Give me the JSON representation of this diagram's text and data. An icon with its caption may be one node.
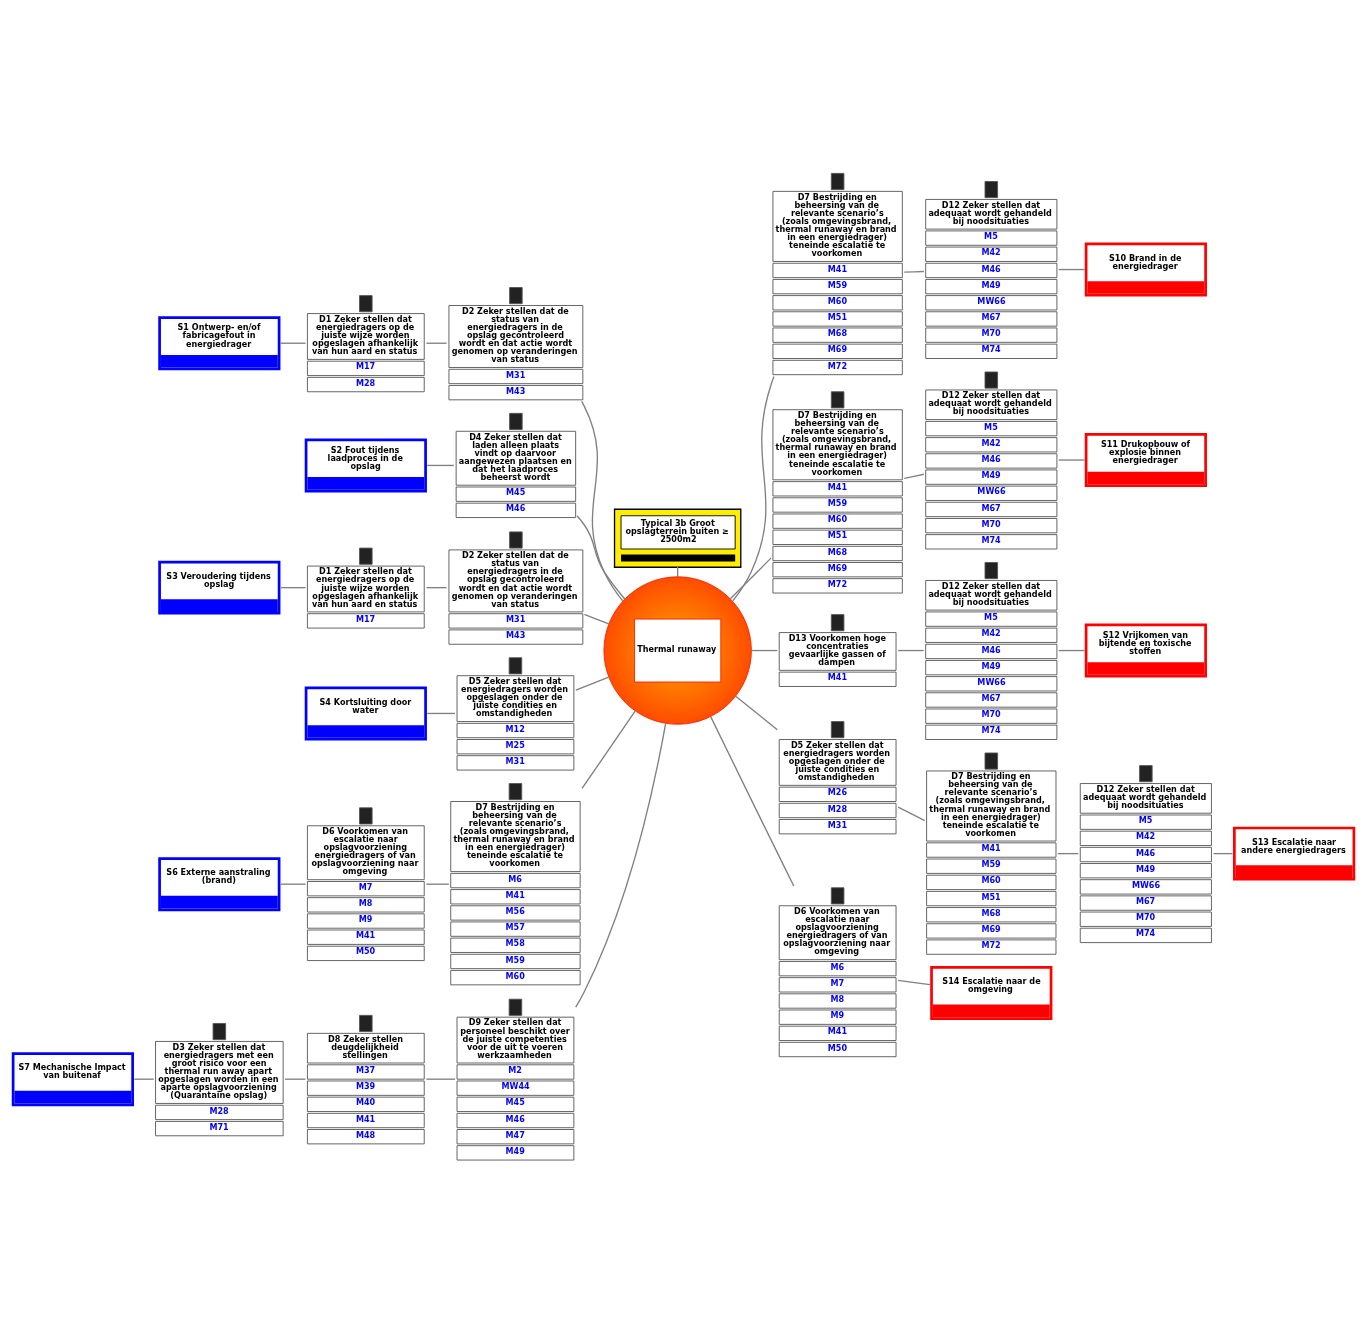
{
  "diagram": {
    "nodes": [
      {
        "text": [
          "Typical 3b Groot opslagterrein buiten ≥ 2500m2"
        ]
      },
      {
        "text": [
          "Thermal runaway"
        ]
      },
      {
        "text": [
          "S1 Ontwerp- en/of fabricagefout in energiedrager"
        ]
      },
      {
        "text": [
          "D1 Zeker stellen dat energiedragers op de juiste wijze worden opgeslagen afhankelijk van hun aard en status",
          "M17",
          "M28"
        ]
      },
      {
        "text": [
          "D2 Zeker stellen dat de status van energiedragers in de opslag gecontroleerd wordt en dat actie wordt genomen op veranderingen van status",
          "M31",
          "M43"
        ]
      },
      {
        "text": [
          "S2 Fout tijdens laadproces in de opslag"
        ]
      },
      {
        "text": [
          "D4 Zeker stellen dat laden alleen plaats vindt op daarvoor aangewezen plaatsen en dat het laadproces beheerst wordt",
          "M45",
          "M46"
        ]
      },
      {
        "text": [
          "S3 Veroudering tijdens opslag"
        ]
      },
      {
        "text": [
          "D1 Zeker stellen dat energiedragers op de juiste wijze worden opgeslagen afhankelijk van hun aard en status",
          "M17"
        ]
      },
      {
        "text": [
          "D2 Zeker stellen dat de status van energiedragers in de opslag gecontroleerd wordt en dat actie wordt genomen op veranderingen van status",
          "M31",
          "M43"
        ]
      },
      {
        "text": [
          "S4 Kortsluiting door water"
        ]
      },
      {
        "text": [
          "D5 Zeker stellen dat energiedragers worden opgeslagen onder de juiste condities en omstandigheden",
          "M12",
          "M25",
          "M31"
        ]
      },
      {
        "text": [
          "S6 Externe aanstraling (brand)"
        ]
      },
      {
        "text": [
          "D6 Voorkomen van escalatie naar opslagvoorziening energiedragers of van opslagvoorziening naar omgeving",
          "M7",
          "M8",
          "M9",
          "M41",
          "M50"
        ]
      },
      {
        "text": [
          "D7 Bestrijding en beheersing van de relevante scenario’s (zoals omgevingsbrand, thermal runaway en brand in een energiedrager) teneinde escalatie te voorkomen",
          "M6",
          "M41",
          "M56",
          "M57",
          "M58",
          "M59",
          "M60"
        ]
      },
      {
        "text": [
          "S7 Mechanische Impact van buitenaf"
        ]
      },
      {
        "text": [
          "D3 Zeker stellen dat energiedragers met een groot risico voor een thermal run away apart opgeslagen worden in een aparte opslagvoorziening (Quarantaine opslag)",
          "M28",
          "M71"
        ]
      },
      {
        "text": [
          "D8 Zeker stellen deugdelijkheid stellingen",
          "M37",
          "M39",
          "M40",
          "M41",
          "M48"
        ]
      },
      {
        "text": [
          "D9 Zeker stellen dat personeel beschikt over de juiste competenties voor de uit te voeren werkzaamheden",
          "M2",
          "MW44",
          "M45",
          "M46",
          "M47",
          "M49"
        ]
      },
      {
        "text": [
          "D7 Bestrijding en beheersing van de relevante scenario’s (zoals omgevingsbrand, thermal runaway en brand in een energiedrager) teneinde escalatie te voorkomen",
          "M41",
          "M59",
          "M60",
          "M51",
          "M68",
          "M69",
          "M72"
        ]
      },
      {
        "text": [
          "D12 Zeker stellen dat adequaat wordt gehandeld bij noodsituaties",
          "M5",
          "M42",
          "M46",
          "M49",
          "MW66",
          "M67",
          "M70",
          "M74"
        ]
      },
      {
        "text": [
          "S10 Brand in de energiedrager"
        ]
      },
      {
        "text": [
          "D7 Bestrijding en beheersing van de relevante scenario’s (zoals omgevingsbrand, thermal runaway en brand in een energiedrager) teneinde escalatie te voorkomen",
          "M41",
          "M59",
          "M60",
          "M51",
          "M68",
          "M69",
          "M72"
        ]
      },
      {
        "text": [
          "D12 Zeker stellen dat adequaat wordt gehandeld bij noodsituaties",
          "M5",
          "M42",
          "M46",
          "M49",
          "MW66",
          "M67",
          "M70",
          "M74"
        ]
      },
      {
        "text": [
          "S11 Drukopbouw of explosie binnen energiedrager"
        ]
      },
      {
        "text": [
          "D13 Voorkomen hoge concentraties gevaarlijke gassen of dampen",
          "M41"
        ]
      },
      {
        "text": [
          "D12 Zeker stellen dat adequaat wordt gehandeld bij noodsituaties",
          "M5",
          "M42",
          "M46",
          "M49",
          "MW66",
          "M67",
          "M70",
          "M74"
        ]
      },
      {
        "text": [
          "S12 Vrijkomen van bijtende en toxische stoffen"
        ]
      },
      {
        "text": [
          "D5 Zeker stellen dat energiedragers worden opgeslagen onder de juiste condities en omstandigheden",
          "M26",
          "M28",
          "M31"
        ]
      },
      {
        "text": [
          "D7 Bestrijding en beheersing van de relevante scenario’s (zoals omgevingsbrand, thermal runaway en brand in een energiedrager) teneinde escalatie te voorkomen",
          "M41",
          "M59",
          "M60",
          "M51",
          "M68",
          "M69",
          "M72"
        ]
      },
      {
        "text": [
          "D12 Zeker stellen dat adequaat wordt gehandeld bij noodsituaties",
          "M5",
          "M42",
          "M46",
          "M49",
          "MW66",
          "M67",
          "M70",
          "M74"
        ]
      },
      {
        "text": [
          "S13 Escalatie naar andere energiedragers"
        ]
      },
      {
        "text": [
          "D6 Voorkomen van escalatie naar opslagvoorziening energiedragers of van opslagvoorziening naar omgeving",
          "M6",
          "M7",
          "M8",
          "M9",
          "M41",
          "M50"
        ]
      },
      {
        "text": [
          "S14 Escalatie naar de omgeving"
        ]
      }
    ],
    "edges": [
      {
        "from": 0,
        "to": 1,
        "arrow": "none"
      },
      {
        "from": 2,
        "to": 3,
        "arrow": "none"
      },
      {
        "from": 3,
        "to": 4,
        "arrow": "none"
      },
      {
        "from": 4,
        "to": 1,
        "arrow": "none"
      },
      {
        "from": 5,
        "to": 6,
        "arrow": "none"
      },
      {
        "from": 6,
        "to": 1,
        "arrow": "none"
      },
      {
        "from": 7,
        "to": 8,
        "arrow": "none"
      },
      {
        "from": 8,
        "to": 9,
        "arrow": "none"
      },
      {
        "from": 9,
        "to": 1,
        "arrow": "none"
      },
      {
        "from": 10,
        "to": 11,
        "arrow": "none"
      },
      {
        "from": 11,
        "to": 1,
        "arrow": "none"
      },
      {
        "from": 12,
        "to": 13,
        "arrow": "none"
      },
      {
        "from": 13,
        "to": 14,
        "arrow": "none"
      },
      {
        "from": 14,
        "to": 1,
        "arrow": "none"
      },
      {
        "from": 15,
        "to": 16,
        "arrow": "none"
      },
      {
        "from": 16,
        "to": 17,
        "arrow": "none"
      },
      {
        "from": 17,
        "to": 18,
        "arrow": "none"
      },
      {
        "from": 18,
        "to": 1,
        "arrow": "none"
      },
      {
        "from": 1,
        "to": 19,
        "arrow": "none"
      },
      {
        "from": 19,
        "to": 20,
        "arrow": "none"
      },
      {
        "from": 20,
        "to": 21,
        "arrow": "none"
      },
      {
        "from": 1,
        "to": 22,
        "arrow": "none"
      },
      {
        "from": 22,
        "to": 23,
        "arrow": "none"
      },
      {
        "from": 23,
        "to": 24,
        "arrow": "none"
      },
      {
        "from": 1,
        "to": 25,
        "arrow": "none"
      },
      {
        "from": 25,
        "to": 26,
        "arrow": "none"
      },
      {
        "from": 26,
        "to": 27,
        "arrow": "none"
      },
      {
        "from": 1,
        "to": 28,
        "arrow": "none"
      },
      {
        "from": 28,
        "to": 29,
        "arrow": "none"
      },
      {
        "from": 29,
        "to": 30,
        "arrow": "none"
      },
      {
        "from": 30,
        "to": 31,
        "arrow": "none"
      },
      {
        "from": 1,
        "to": 32,
        "arrow": "none"
      },
      {
        "from": 32,
        "to": 33,
        "arrow": "none"
      }
    ]
  }
}
